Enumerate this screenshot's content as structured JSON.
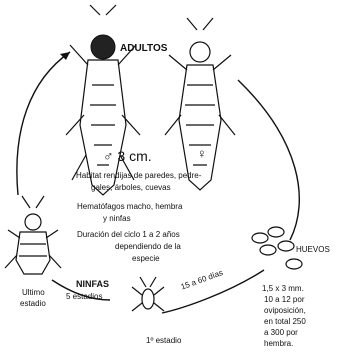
{
  "labels": {
    "adultos": "ADULTOS",
    "male_size": "♂ 3 cm.",
    "female_symbol": "♀",
    "habitat_1": "Habitat rendijas de paredes, pedre-",
    "habitat_2": "gales, árboles, cuevas",
    "hemato_1": "Hematófagos macho, hembra",
    "hemato_2": "y ninfas",
    "duracion_1": "Duración del ciclo 1 a 2 años",
    "duracion_2": "dependiendo de la",
    "duracion_3": "especie",
    "huevos": "HUEVOS",
    "huevos_info_1": "1,5 x 3 mm.",
    "huevos_info_2": "10 a 12 por",
    "huevos_info_3": "oviposición,",
    "huevos_info_4": "en total 250",
    "huevos_info_5": "a 300 por",
    "huevos_info_6": "hembra.",
    "dias": "15 a 60 días",
    "primer_estadio": "1º estadio",
    "ninfas": "NINFAS",
    "cinco_estadios": "5 estadios",
    "ultimo_1": "Ultimo",
    "ultimo_2": "estadio"
  },
  "icons": [
    "male-adult-bug-icon",
    "female-adult-bug-icon",
    "eggs-icon",
    "first-instar-nymph-icon",
    "last-instar-nymph-icon"
  ]
}
